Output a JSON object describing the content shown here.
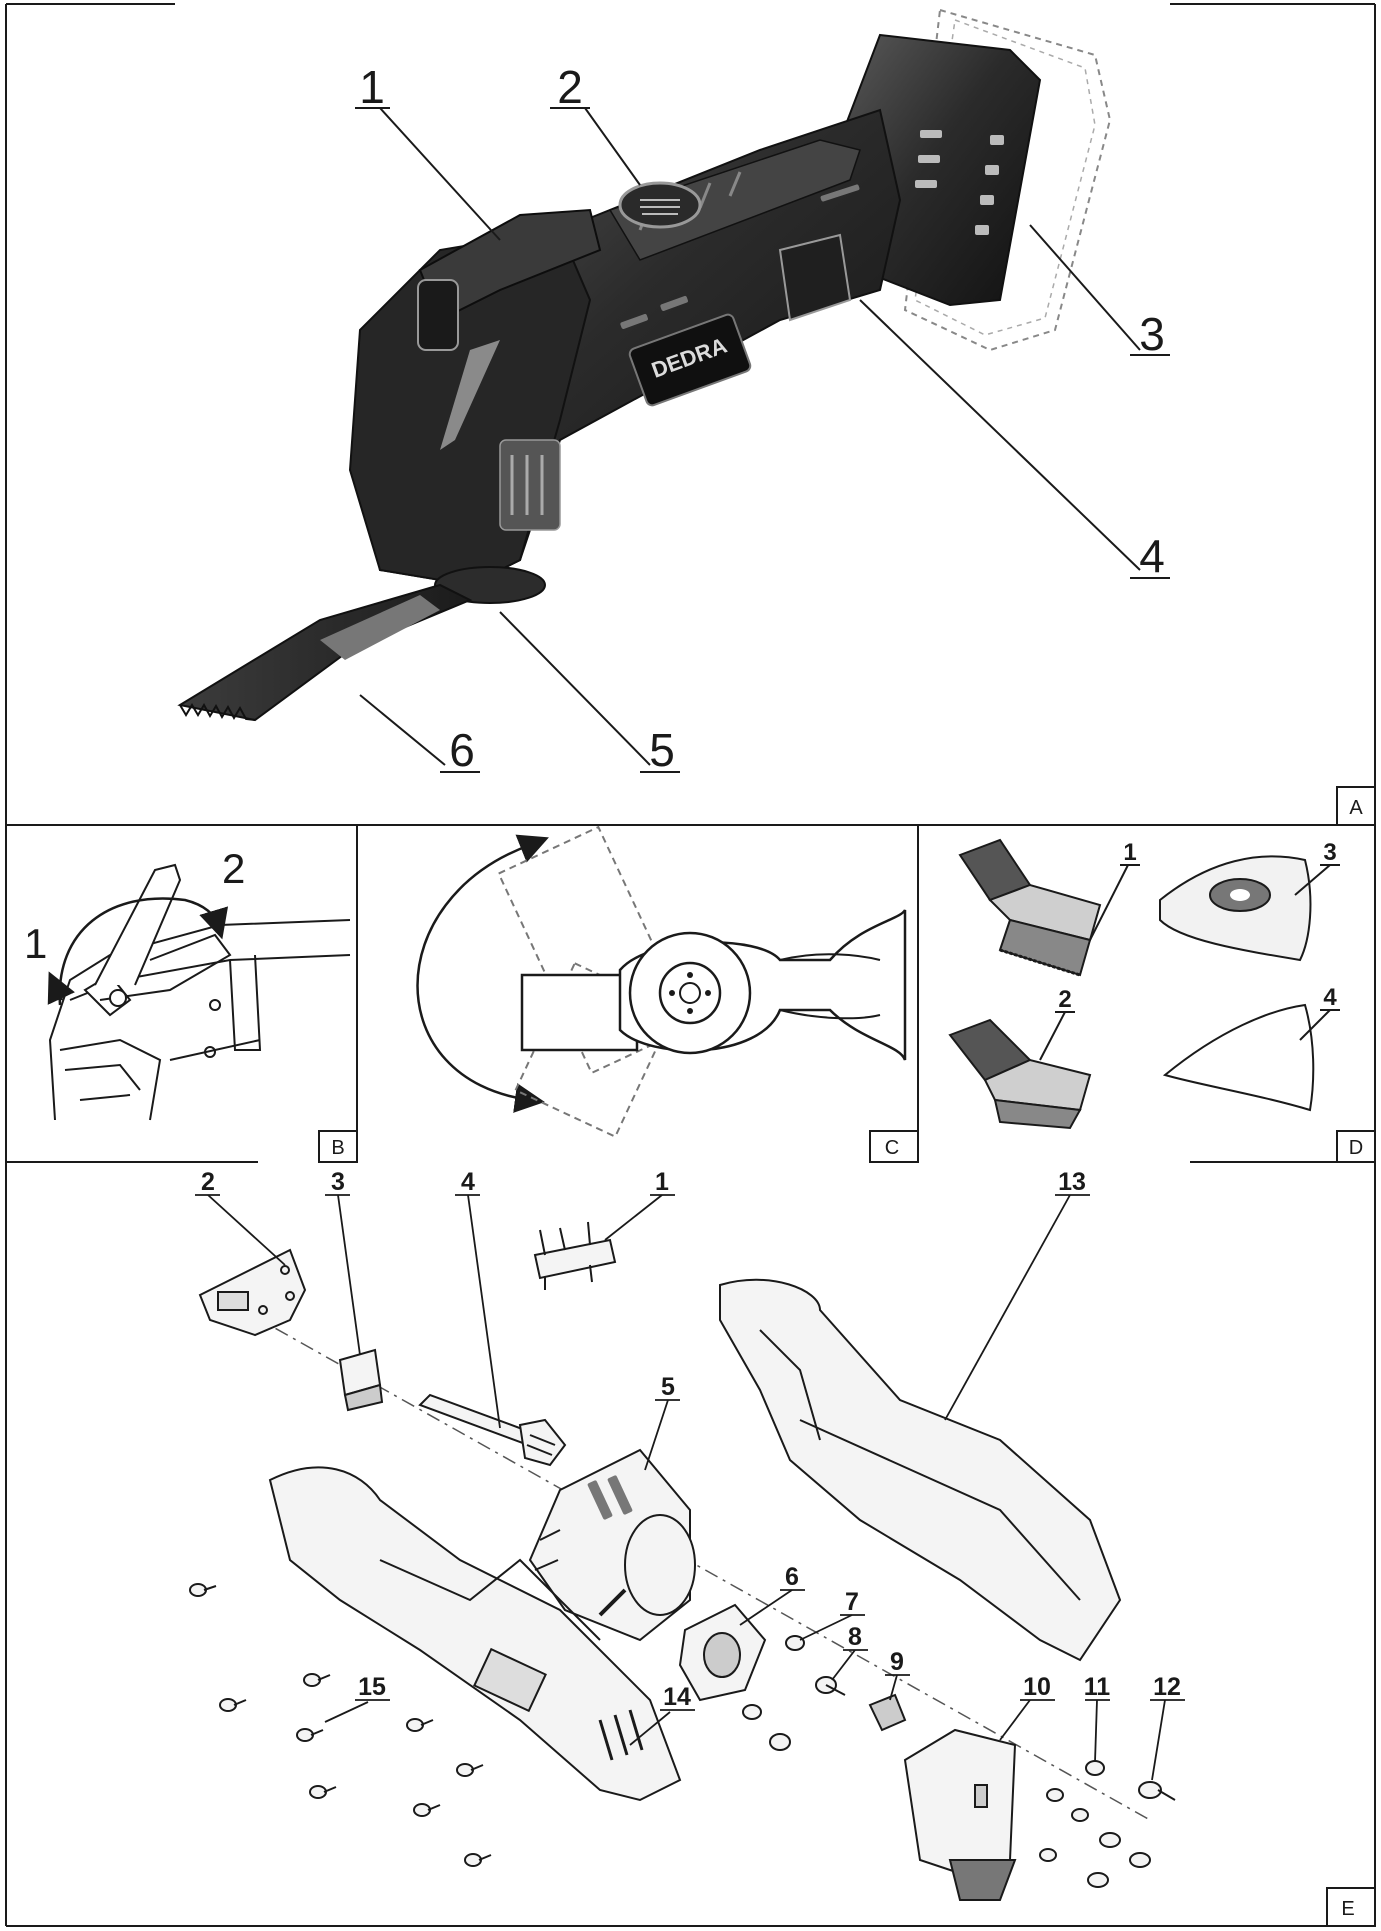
{
  "panels": {
    "A": {
      "letter": "A",
      "callouts": [
        {
          "id": "1",
          "label": "1"
        },
        {
          "id": "2",
          "label": "2"
        },
        {
          "id": "3",
          "label": "3"
        },
        {
          "id": "4",
          "label": "4"
        },
        {
          "id": "5",
          "label": "5"
        },
        {
          "id": "6",
          "label": "6"
        }
      ],
      "brand": "DEDRA"
    },
    "B": {
      "letter": "B",
      "callouts": [
        {
          "id": "1",
          "label": "1"
        },
        {
          "id": "2",
          "label": "2"
        }
      ]
    },
    "C": {
      "letter": "C"
    },
    "D": {
      "letter": "D",
      "callouts": [
        {
          "id": "1",
          "label": "1"
        },
        {
          "id": "2",
          "label": "2"
        },
        {
          "id": "3",
          "label": "3"
        },
        {
          "id": "4",
          "label": "4"
        }
      ]
    },
    "E": {
      "letter": "E",
      "callouts": [
        {
          "id": "1",
          "label": "1"
        },
        {
          "id": "2",
          "label": "2"
        },
        {
          "id": "3",
          "label": "3"
        },
        {
          "id": "4",
          "label": "4"
        },
        {
          "id": "5",
          "label": "5"
        },
        {
          "id": "6",
          "label": "6"
        },
        {
          "id": "7",
          "label": "7"
        },
        {
          "id": "8",
          "label": "8"
        },
        {
          "id": "9",
          "label": "9"
        },
        {
          "id": "10",
          "label": "10"
        },
        {
          "id": "11",
          "label": "11"
        },
        {
          "id": "12",
          "label": "12"
        },
        {
          "id": "13",
          "label": "13"
        },
        {
          "id": "14",
          "label": "14"
        },
        {
          "id": "15",
          "label": "15"
        }
      ]
    }
  },
  "colors": {
    "line": "#1a1a1a",
    "tool_body": "#2f2f2f",
    "tool_dark": "#161616",
    "tool_highlight": "#9a9a9a",
    "part_fill": "#f2f2f2",
    "dashed": "#777777"
  }
}
